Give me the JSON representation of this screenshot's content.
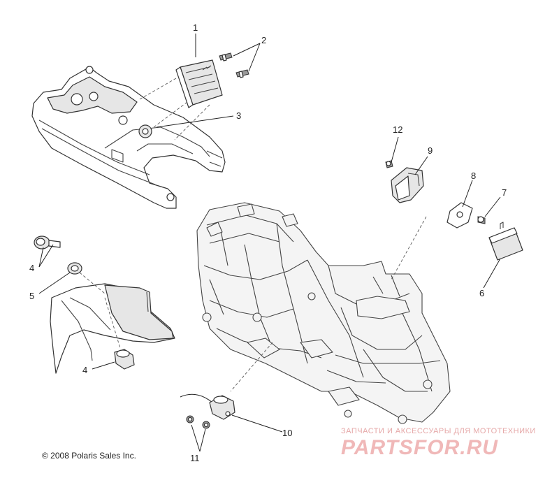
{
  "callouts": [
    "1",
    "2",
    "3",
    "4",
    "4",
    "5",
    "6",
    "7",
    "8",
    "9",
    "10",
    "11",
    "12"
  ],
  "copyright": "© 2008 Polaris Sales Inc.",
  "watermark": {
    "tagline": "ЗАПЧАСТИ И АКСЕССУАРЫ ДЛЯ МОТОТЕХНИКИ",
    "logo": "PARTSFOR.RU"
  },
  "colors": {
    "watermark": "#f0b8b8",
    "line": "#333333",
    "background": "#ffffff"
  }
}
